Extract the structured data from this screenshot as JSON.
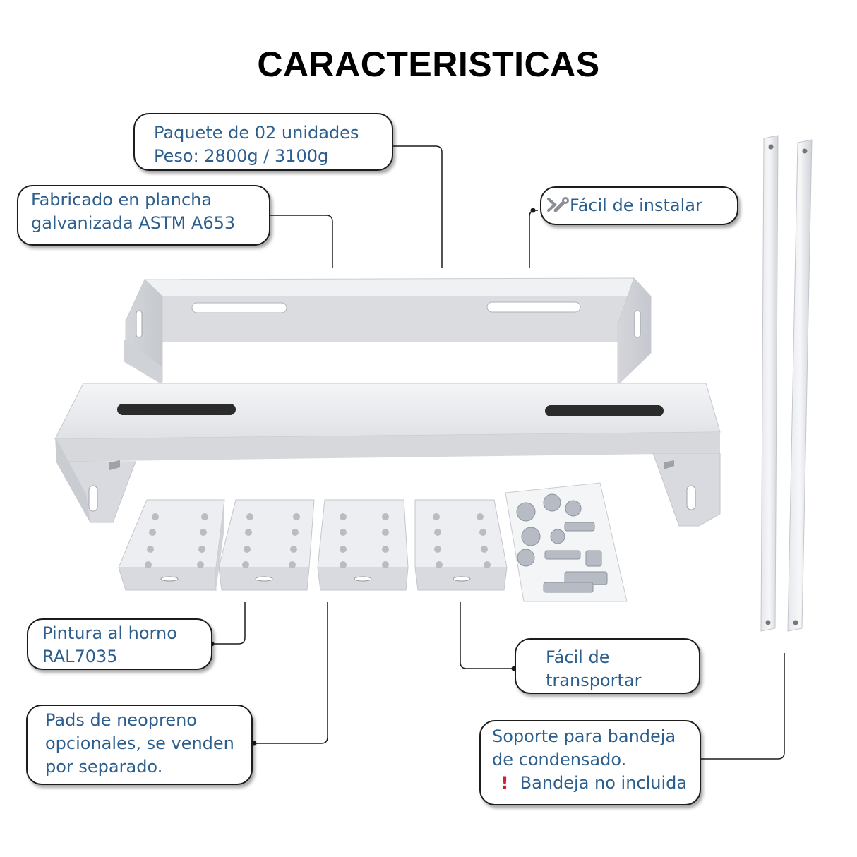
{
  "title": "CARACTERISTICAS",
  "callouts": {
    "paquete": {
      "line1": "Paquete de 02 unidades",
      "line2": "Peso: 2800g / 3100g"
    },
    "fabricado": {
      "line1": "Fabricado en plancha",
      "line2": "galvanizada ASTM A653"
    },
    "facil_instalar": {
      "icon": "wrench-icon",
      "text": "Fácil de instalar"
    },
    "pintura": {
      "line1": "Pintura al horno",
      "line2": "RAL7035"
    },
    "facil_transportar": {
      "line1": "Fácil de",
      "line2": "transportar"
    },
    "pads": {
      "line1": "Pads de neopreno",
      "line2": "opcionales, se venden",
      "line3": "por separado."
    },
    "soporte": {
      "line1": "Soporte para bandeja",
      "line2": "de condensado.",
      "warning_icon": "exclamation-icon",
      "line3": "Bandeja no incluida"
    }
  },
  "colors": {
    "text": "#2c5f8d",
    "border": "#1c1c1c",
    "metal": "#e9eaed",
    "warning": "#d0202a"
  }
}
